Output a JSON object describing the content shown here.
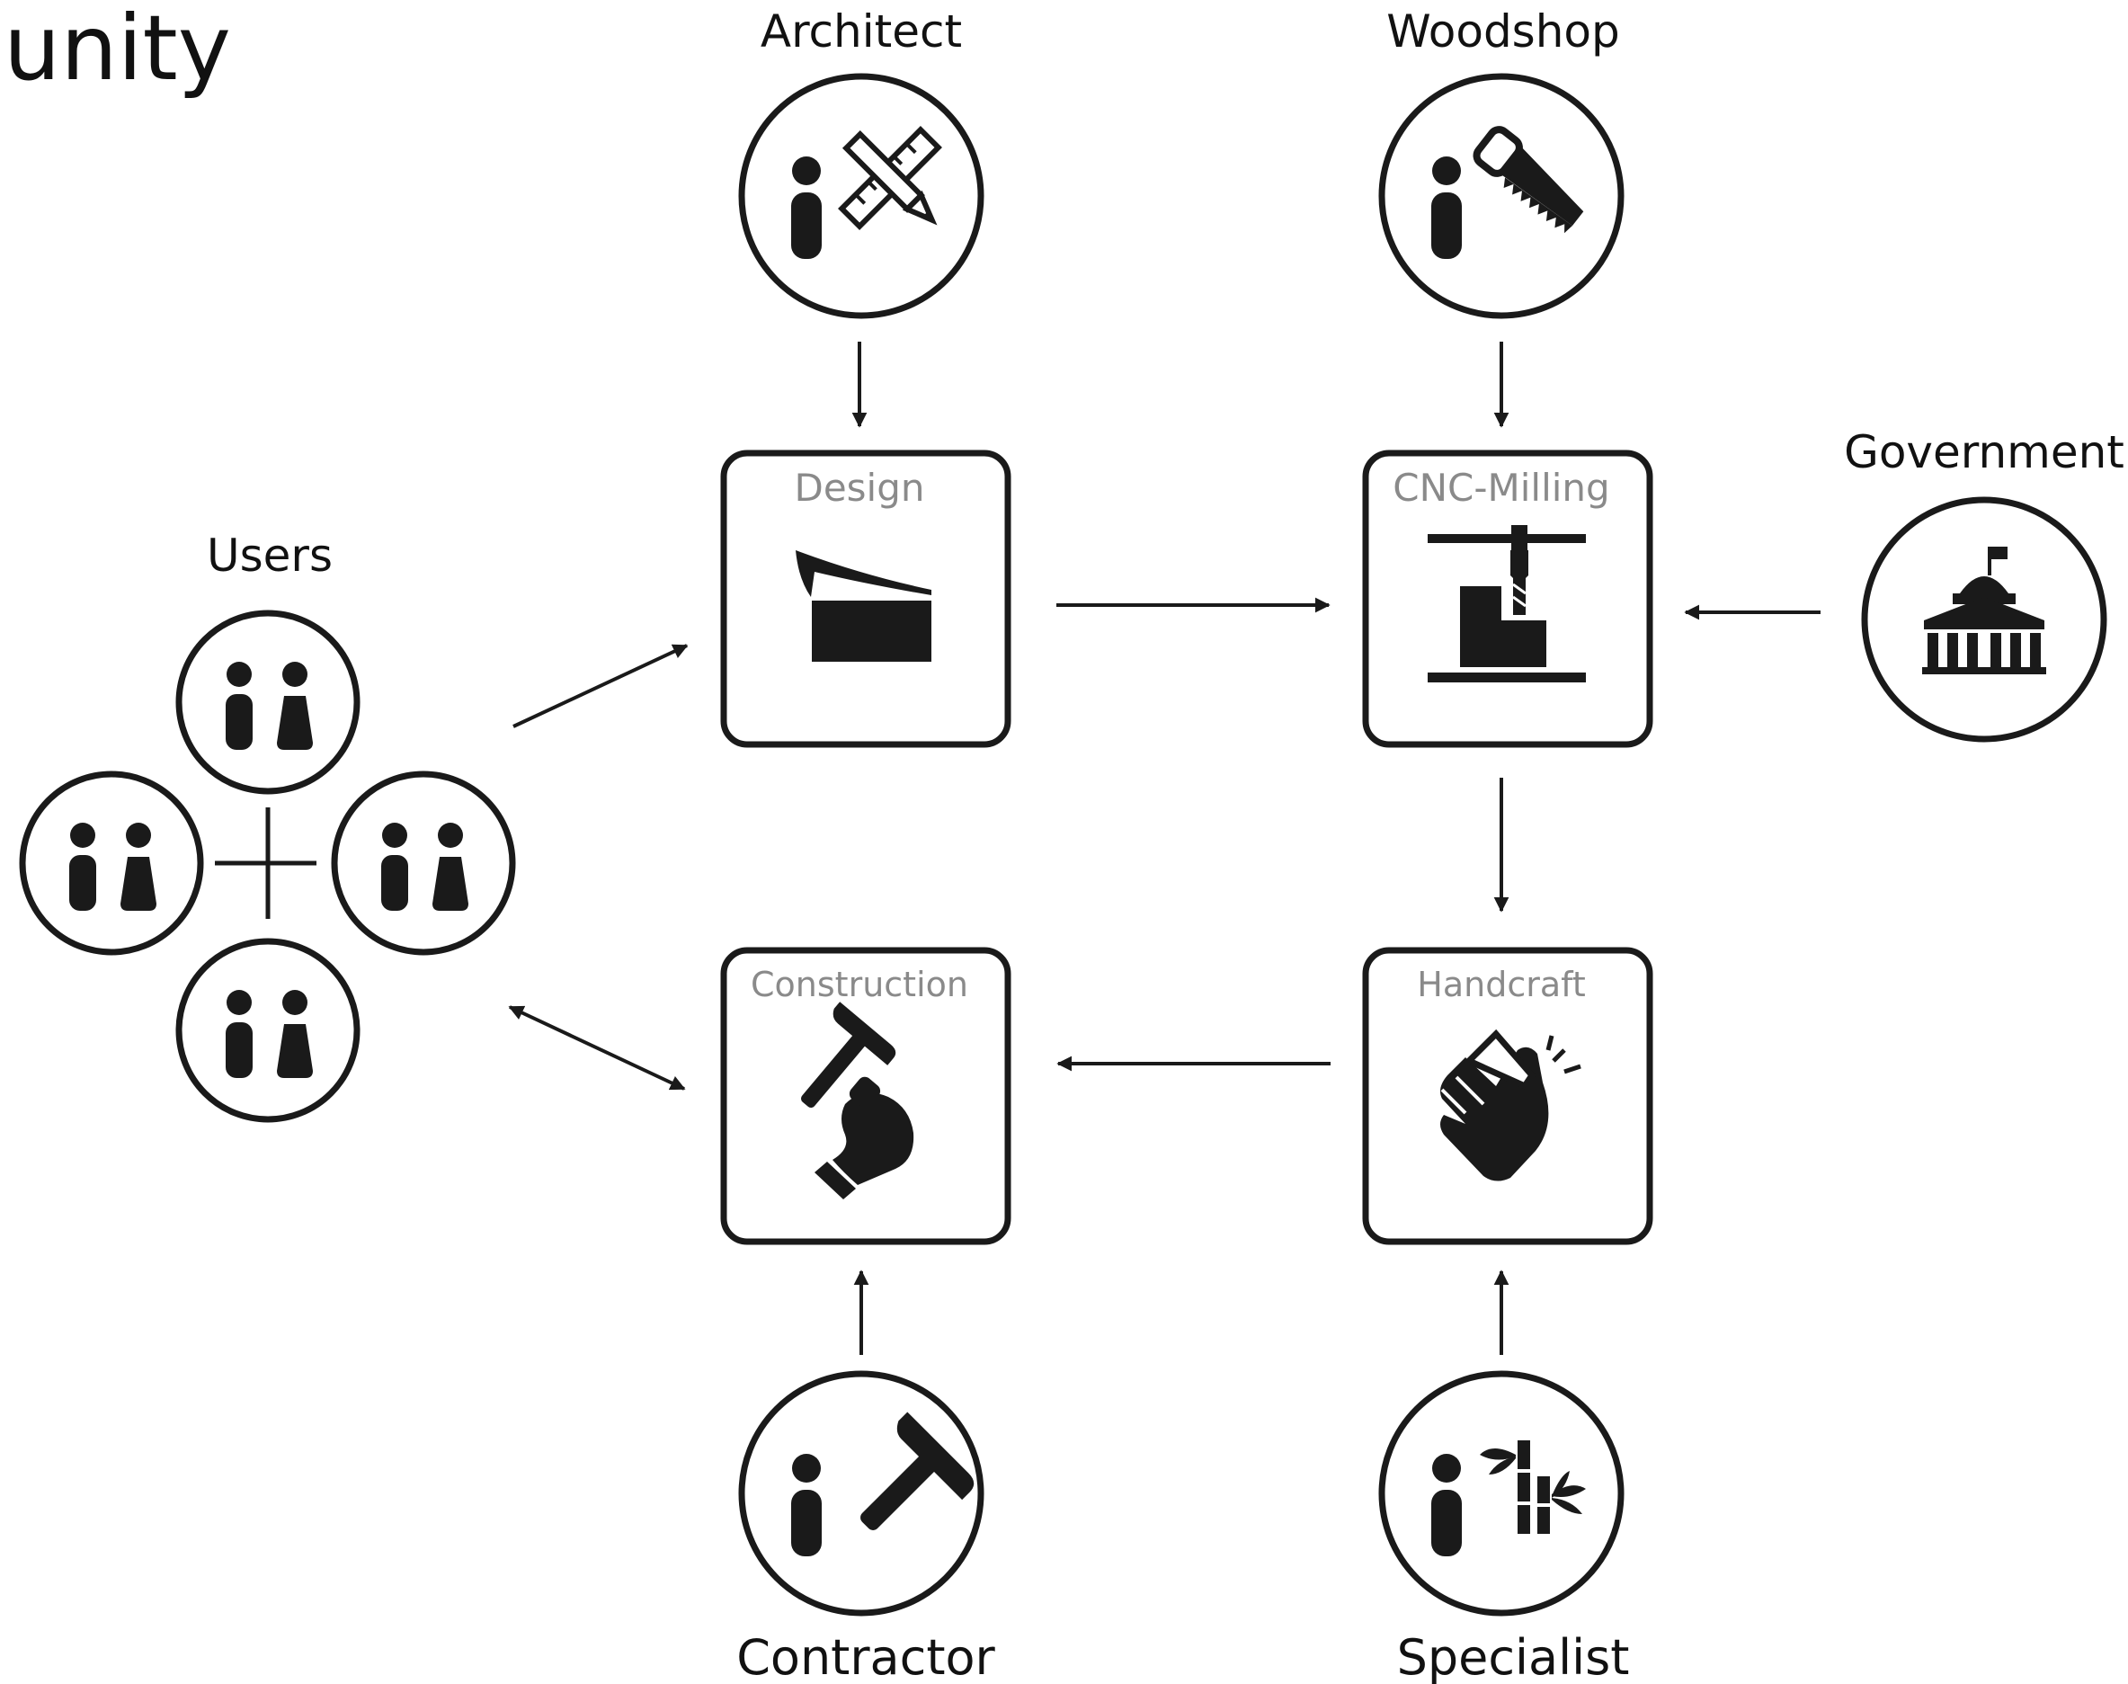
{
  "title": "unity",
  "actors": {
    "architect": "Architect",
    "woodshop": "Woodshop",
    "government": "Government",
    "users": "Users",
    "contractor": "Contractor",
    "specialist": "Specialist"
  },
  "stages": {
    "design": "Design",
    "cnc": "CNC-Milling",
    "construction": "Construction",
    "handcraft": "Handcraft"
  },
  "icons": {
    "architect": "person-ruler-pencil-icon",
    "woodshop": "person-saw-icon",
    "government": "government-building-icon",
    "users": "people-pair-icon",
    "contractor": "person-hammer-icon",
    "specialist": "person-bamboo-icon",
    "design": "design-form-icon",
    "cnc": "cnc-mill-icon",
    "construction": "hand-hammer-icon",
    "handcraft": "clapping-hands-icon"
  },
  "colors": {
    "stroke": "#1a1a1a",
    "stage_title": "#8a8a8a"
  }
}
